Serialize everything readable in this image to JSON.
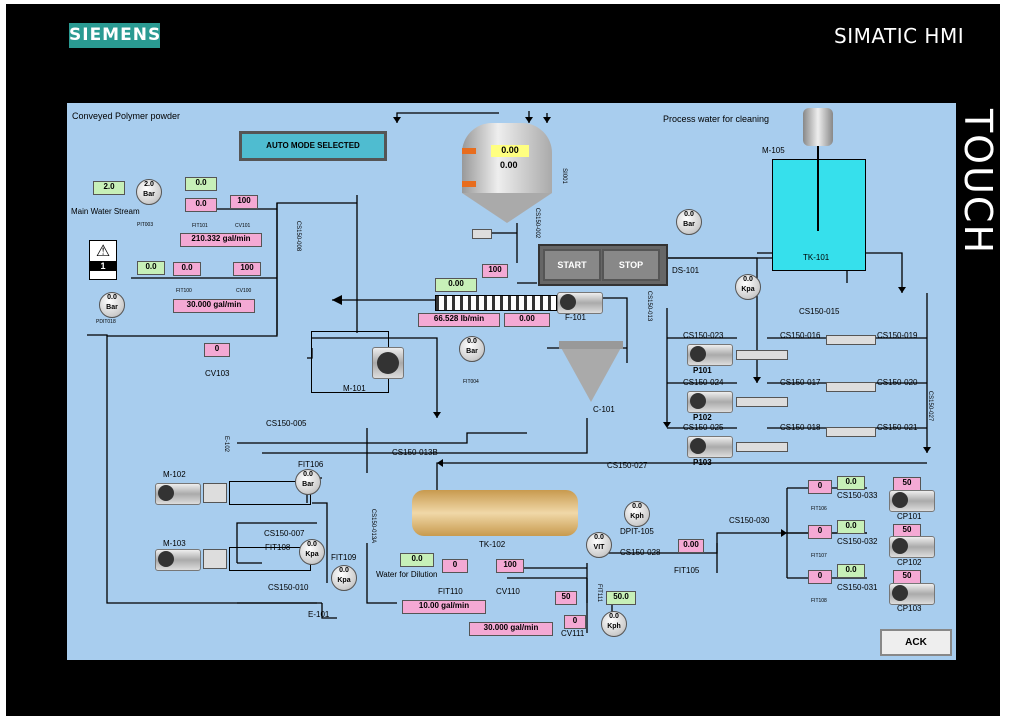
{
  "brand": "SIEMENS",
  "hmi_title": "SIMATIC HMI",
  "touch_label": "TOUCH",
  "mode_status": "AUTO MODE SELECTED",
  "labels": {
    "conveyed": "Conveyed Polymer powder",
    "process_water": "Process water for cleaning",
    "main_water": "Main Water Stream",
    "water_dilution": "Water for Dilution"
  },
  "buttons": {
    "start": "START",
    "stop": "STOP",
    "ack": "ACK"
  },
  "alarm_count": "1",
  "hopper": {
    "v1": "0.00",
    "v2": "0.00",
    "tag": "SI001"
  },
  "tags": {
    "m105": "M-105",
    "tk101": "TK-101",
    "ds101": "DS-101",
    "f101": "F-101",
    "m101": "M-101",
    "c101": "C-101",
    "tk102": "TK-102",
    "m102": "M-102",
    "m103": "M-103",
    "e101": "E-101",
    "e102": "E-102",
    "cv103": "CV103",
    "fit004": "FIT004",
    "pit003": "PIT003",
    "fit101": "FIT101",
    "cv101": "CV101",
    "fit100": "FIT100",
    "cv100": "CV100",
    "pdit018": "PDIT018",
    "fit106": "FIT106",
    "fit108": "FIT108",
    "fit109": "FIT109",
    "fit110": "FIT110",
    "cv110": "CV110",
    "cv111": "CV111",
    "fit105": "FIT105",
    "dpit105": "DPIT-105",
    "vit": "VIT",
    "p101": "P101",
    "p102": "P102",
    "p103": "P103",
    "cp101": "CP101",
    "cp102": "CP102",
    "cp103": "CP103",
    "fit111": "FIT111",
    "fit106r": "FIT106",
    "fit107r": "FIT107",
    "fit108r": "FIT108"
  },
  "lines": {
    "cs150_015": "CS150-015",
    "cs150_023": "CS150-023",
    "cs150_016": "CS150-016",
    "cs150_019": "CS150-019",
    "cs150_024": "CS150-024",
    "cs150_017": "CS150-017",
    "cs150_020": "CS150-020",
    "cs150_025": "CS150-025",
    "cs150_018": "CS150-018",
    "cs150_021": "CS150-021",
    "cs150_027": "CS150-027",
    "cs150_005": "CS150-005",
    "cs150_013b": "CS150-013B",
    "cs150_007": "CS150-007",
    "cs150_010": "CS150-010",
    "cs150_013a": "CS150-013A",
    "cs150_028": "CS150-028",
    "cs150_030": "CS150-030",
    "cs150_033": "CS150-033",
    "cs150_032": "CS150-032",
    "cs150_031": "CS150-031",
    "cs150_008": "CS150-008",
    "cs150_002": "CS150-002",
    "cs150_013": "CS150-013",
    "cs150_027v": "CS150-027"
  },
  "values": {
    "main_water": "2.0",
    "pit003": "2.0",
    "fit101_sp": "0.0",
    "fit101": "0.0",
    "cv101": "100",
    "flow1": "210.332 gal/min",
    "fit100_sp": "0.0",
    "fit100": "0.0",
    "cv100": "100",
    "pdit018": "0.0",
    "flow2": "30.000 gal/min",
    "feeder_sp": "0.00",
    "cv_mid": "100",
    "screw_flow": "66.528 lb/min",
    "screw_pct": "0.00",
    "ds101": "0.0",
    "tk_gauge": "0.0",
    "cv103": "0",
    "fit004": "0.0",
    "fit106": "0.0",
    "fit108": "0.0",
    "fit109": "0.0",
    "dpit105": "0.0",
    "vit": "0.0",
    "fit105": "0.00",
    "dil_sp": "0.0",
    "fit110": "0",
    "cv110": "100",
    "flow3": "10.00 gal/min",
    "flow4": "30.000 gal/min",
    "cv111_a": "50",
    "cv111_b": "50.0",
    "cv111": "0",
    "fit111": "0.0",
    "cp101": "50",
    "cp101_sp": "0.0",
    "cp101_f": "0",
    "cp102": "50",
    "cp102_sp": "0.0",
    "cp102_f": "0",
    "cp103": "50",
    "cp103_sp": "0.0",
    "cp103_f": "0"
  },
  "units": {
    "bar": "Bar",
    "kpa": "Kpa",
    "kph": "Kph"
  },
  "colors": {
    "screen": "#a8cdee",
    "pink": "#f4a9d4",
    "green": "#c7f0b8",
    "tank": "#36e0ec",
    "brand": "#2a9a92"
  }
}
